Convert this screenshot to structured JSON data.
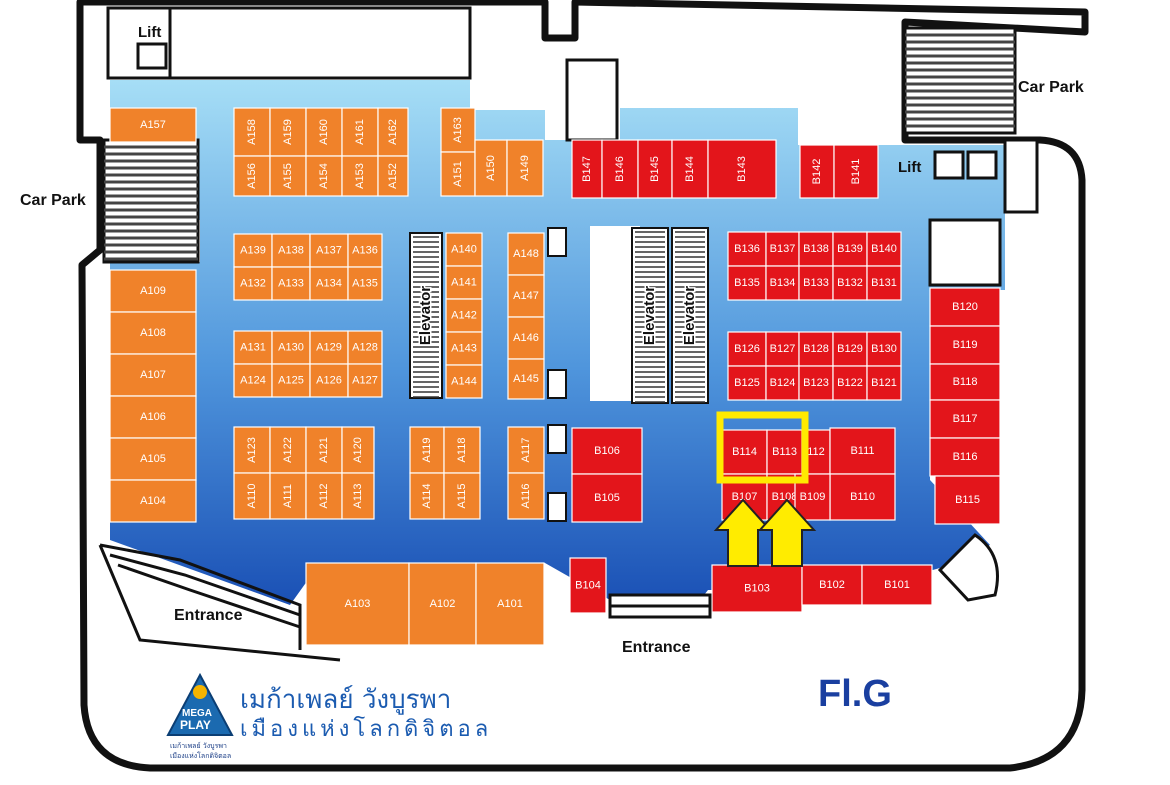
{
  "map": {
    "floor": "Fl.G",
    "labels": {
      "lift_left": "Lift",
      "lift_right": "Lift",
      "car_park_left": "Car Park",
      "car_park_right": "Car Park",
      "entrance_left": "Entrance",
      "entrance_right": "Entrance",
      "elevator": "Elevator"
    },
    "logo": {
      "brand_top": "MEGA",
      "brand_bottom": "PLAY",
      "title_th": "เมก้าเพลย์ วังบูรพา",
      "subtitle_th": "เมืองแห่งโลกดิจิตอล",
      "small_th_1": "เมก้าเพลย์ วังบูรพา",
      "small_th_2": "เมืองแห่งโลกดิจิตอล"
    },
    "colors": {
      "zone_a": "#f0822a",
      "zone_b": "#e3151b",
      "highlight": "#ffea00",
      "floor_top": "#9fdcf5",
      "floor_bottom": "#1c54b8"
    },
    "highlight": {
      "shops": [
        "B114",
        "B113"
      ],
      "marker": "arrow-up"
    },
    "zone_a_shops": [
      "A157",
      "A158",
      "A159",
      "A160",
      "A161",
      "A162",
      "A156",
      "A155",
      "A154",
      "A153",
      "A152",
      "A163",
      "A151",
      "A150",
      "A149",
      "A139",
      "A138",
      "A137",
      "A136",
      "A132",
      "A133",
      "A134",
      "A135",
      "A131",
      "A130",
      "A129",
      "A128",
      "A124",
      "A125",
      "A126",
      "A127",
      "A140",
      "A141",
      "A142",
      "A143",
      "A144",
      "A148",
      "A147",
      "A146",
      "A145",
      "A123",
      "A122",
      "A121",
      "A120",
      "A110",
      "A111",
      "A112",
      "A113",
      "A119",
      "A118",
      "A114",
      "A115",
      "A117",
      "A116",
      "A109",
      "A108",
      "A107",
      "A106",
      "A105",
      "A104",
      "A103",
      "A102",
      "A101"
    ],
    "zone_b_shops": [
      "B147",
      "B146",
      "B145",
      "B144",
      "B143",
      "B142",
      "B141",
      "B136",
      "B137",
      "B138",
      "B139",
      "B140",
      "B135",
      "B134",
      "B133",
      "B132",
      "B131",
      "B126",
      "B127",
      "B128",
      "B129",
      "B130",
      "B125",
      "B124",
      "B123",
      "B122",
      "B121",
      "B120",
      "B119",
      "B118",
      "B117",
      "B116",
      "B115",
      "B106",
      "B105",
      "B114",
      "B113",
      "112",
      "B111",
      "B110",
      "B107",
      "B108",
      "B109",
      "B104",
      "B103",
      "B102",
      "B101"
    ]
  }
}
